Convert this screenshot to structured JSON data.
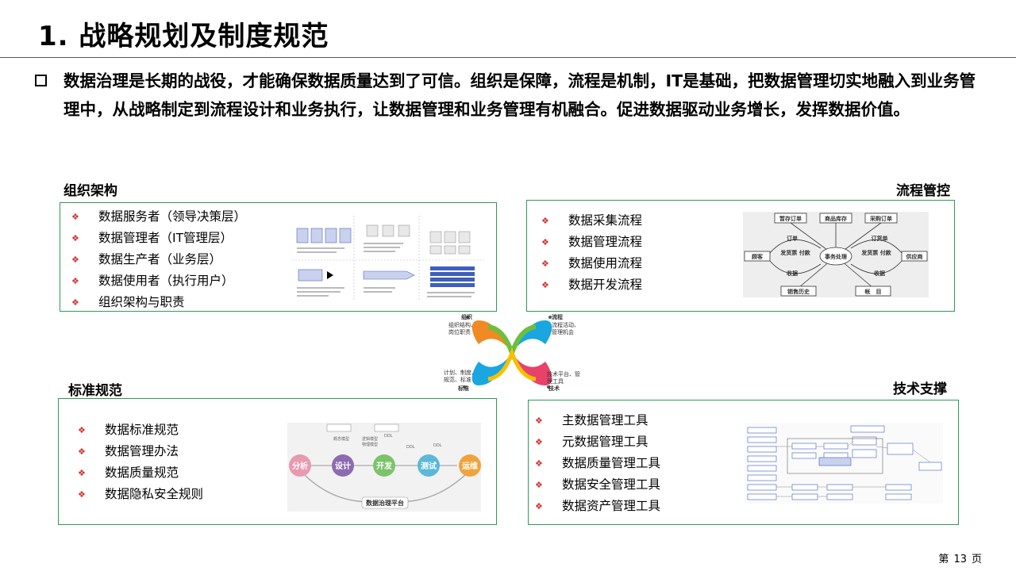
{
  "title": "1. 战略规划及制度规范",
  "intro": "数据治理是长期的战役，才能确保数据质量达到了可信。组织是保障，流程是机制，IT是基础，把数据管理切实地融入到业务管理中，从战略制定到流程设计和业务执行，让数据管理和业务管理有机融合。促进数据驱动业务增长，发挥数据价值。",
  "sections": {
    "org": {
      "label": "组织架构",
      "items": [
        "数据服务者（领导决策层）",
        "数据管理者（IT管理层）",
        "数据生产者（业务层）",
        "数据使用者（执行用户）",
        "组织架构与职责"
      ]
    },
    "process": {
      "label": "流程管控",
      "items": [
        "数据采集流程",
        "数据管理流程",
        "数据使用流程",
        "数据开发流程"
      ]
    },
    "standard": {
      "label": "标准规范",
      "items": [
        "数据标准规范",
        "数据管理办法",
        "数据质量规范",
        "数据隐私安全规则"
      ]
    },
    "tech": {
      "label": "技术支撑",
      "items": [
        "主数据管理工具",
        "元数据管理工具",
        "数据质量管理工具",
        "数据安全管理工具",
        "数据资产管理工具"
      ]
    }
  },
  "flow_diagram": {
    "top": [
      "暂存订单",
      "商品库存",
      "采购订单"
    ],
    "left": "顾客",
    "right": "供应商",
    "center": "事务处理",
    "left_pay": "发货票\n付款",
    "right_pay": "发货票\n付款",
    "order_l": "订单",
    "order_r": "订货单",
    "recv_l": "收据",
    "recv_r": "收据",
    "bottom": [
      "销售历史",
      "帐　目"
    ]
  },
  "lifecycle_diagram": {
    "stages": [
      "分析",
      "设计",
      "开发",
      "测试",
      "运维"
    ],
    "platform": "数据治理平台",
    "notes": [
      "概念模型",
      "逻辑模型",
      "物理模型",
      "DDL",
      "DDL",
      "DDL"
    ]
  },
  "center_logo": {
    "org": "组织",
    "org_sub": "组织结构、\n岗位职责",
    "process": "流程",
    "process_sub": "流程活动、\n管理机会",
    "standard": "标准",
    "standard_sub": "计划、制度、\n规范、标准",
    "tech": "技术",
    "tech_sub": "技术平台、管\n理工具",
    "colors": {
      "orange": "#f08a24",
      "blue": "#1aa6e0",
      "green": "#6ebf3e",
      "pink": "#e8416a"
    }
  },
  "footer": {
    "prefix": "第",
    "page": "13",
    "suffix": "页"
  },
  "accent": {
    "box_border": "#2e9a57",
    "bullet": "#d32f2f"
  }
}
